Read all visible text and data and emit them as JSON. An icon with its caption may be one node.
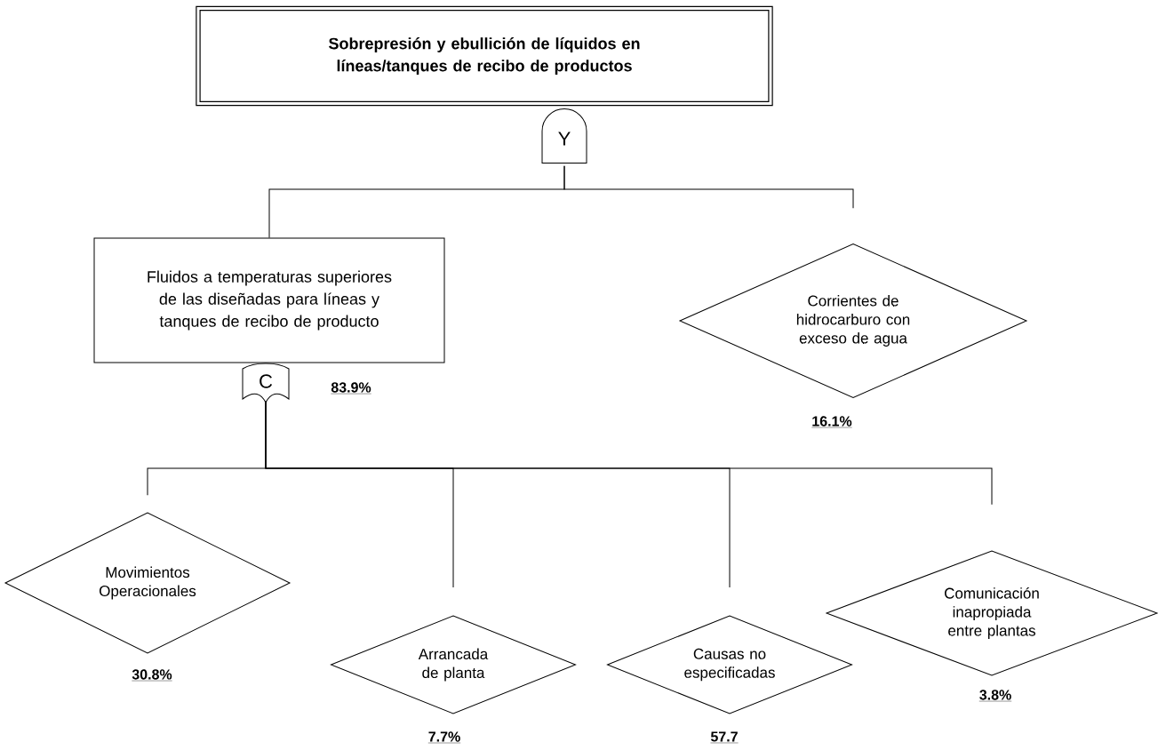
{
  "diagram": {
    "nodes": [
      {
        "text": [
          "Sobrepresión y ebullición de líquidos en líneas/tanques de recibo de productos"
        ]
      },
      {
        "text": [
          "Y"
        ]
      },
      {
        "text": [
          "Fluidos a temperaturas superiores de las diseñadas para líneas y tanques de recibo de producto"
        ],
        "beside": [
          "83.9%"
        ]
      },
      {
        "text": [
          "Corrientes de hidrocarburo con exceso de agua"
        ],
        "beside": [
          "16.1%"
        ]
      },
      {
        "text": [
          "C"
        ]
      },
      {
        "text": [
          "Movimientos Operacionales"
        ],
        "beside": [
          "30.8%"
        ]
      },
      {
        "text": [
          "Arrancada de planta"
        ],
        "beside": [
          "7.7%"
        ]
      },
      {
        "text": [
          "Causas no especificadas"
        ],
        "beside": [
          "57.7"
        ]
      },
      {
        "text": [
          "Comunicación inapropiada entre plantas"
        ],
        "beside": [
          "3.8%"
        ]
      }
    ],
    "edges": [
      {
        "from": 1,
        "to": 2,
        "arrow": "none"
      },
      {
        "from": 1,
        "to": 3,
        "arrow": "none"
      },
      {
        "from": 4,
        "to": 5,
        "arrow": "none"
      },
      {
        "from": 4,
        "to": 6,
        "arrow": "none"
      },
      {
        "from": 4,
        "to": 7,
        "arrow": "none"
      },
      {
        "from": 4,
        "to": 8,
        "arrow": "none"
      }
    ]
  }
}
